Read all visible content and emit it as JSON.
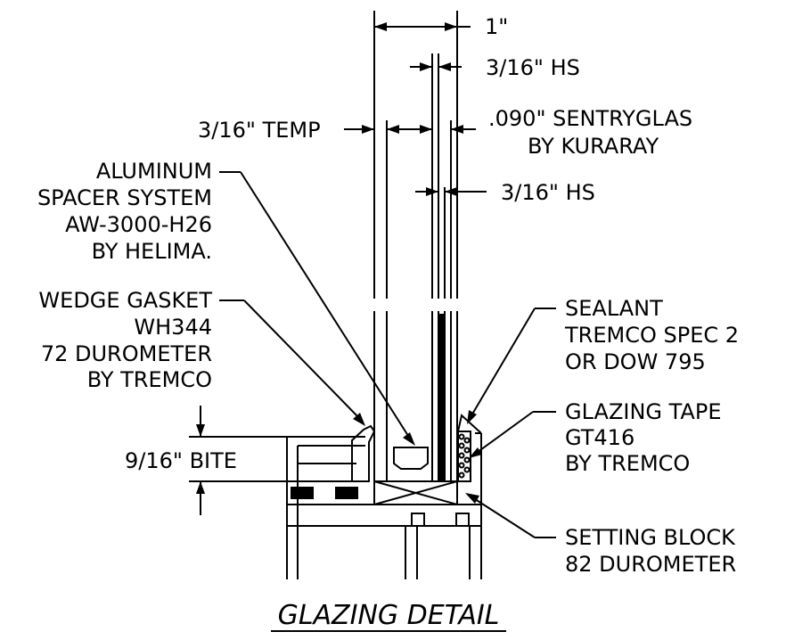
{
  "title": "GLAZING DETAIL",
  "dimensions": {
    "overall": "1\"",
    "hs_top": "3/16\" HS",
    "interlayer_line1": ".090\" SENTRYGLAS",
    "interlayer_line2": "BY KURARAY",
    "hs_bottom": "3/16\" HS",
    "temp": "3/16\" TEMP",
    "bite": "9/16\" BITE"
  },
  "callouts": {
    "spacer": [
      "ALUMINUM",
      "SPACER SYSTEM",
      "AW-3000-H26",
      "BY HELIMA."
    ],
    "gasket": [
      "WEDGE GASKET",
      "WH344",
      "72 DUROMETER",
      "BY TREMCO"
    ],
    "sealant": [
      "SEALANT",
      "TREMCO SPEC 2",
      "OR DOW 795"
    ],
    "tape": [
      "GLAZING TAPE",
      "GT416",
      "BY TREMCO"
    ],
    "block": [
      "SETTING BLOCK",
      "82 DUROMETER"
    ]
  }
}
